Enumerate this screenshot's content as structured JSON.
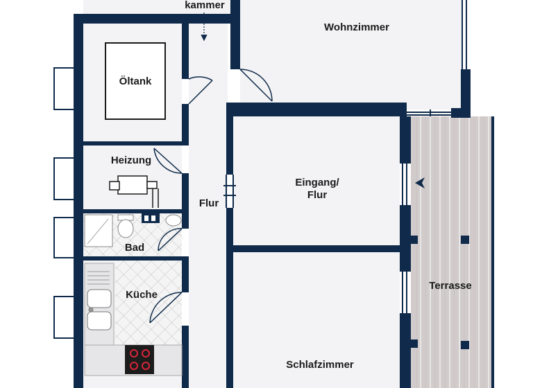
{
  "rooms": {
    "kammer": "kammer",
    "wohnzimmer": "Wohnzimmer",
    "oeltank": "Öltank",
    "heizung": "Heizung",
    "flur": "Flur",
    "eingang_line1": "Eingang/",
    "eingang_line2": "Flur",
    "bad": "Bad",
    "kueche": "Küche",
    "terrasse": "Terrasse",
    "schlafzimmer": "Schlafzimmer"
  },
  "colors": {
    "wall": "#0f2a4a",
    "floor": "#f2f2f4",
    "deck": "#d0cbcb",
    "deck_line": "#ffffff",
    "tile_line": "#bdbdbd",
    "stove_red": "#d8253a"
  },
  "icons": [
    "entrance-arrow-icon",
    "sink-icon",
    "toilet-icon",
    "shower-icon",
    "stove-icon",
    "boiler-icon",
    "oil-tank-icon"
  ]
}
